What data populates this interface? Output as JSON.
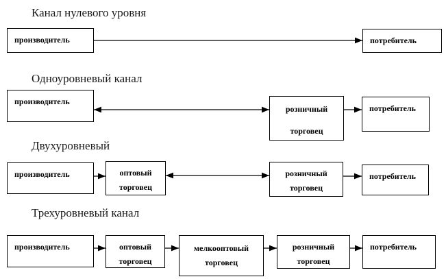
{
  "diagram": {
    "channels": [
      {
        "title": "Канал нулевого уровня",
        "nodes": [
          "производитель",
          "потребитель"
        ]
      },
      {
        "title": "Одноуровневый канал",
        "nodes": [
          "производитель",
          "розничный торговец",
          "потребитель"
        ]
      },
      {
        "title": "Двухуровневый",
        "nodes": [
          "производитель",
          "оптовый торговец",
          "розничный торговец",
          "потребитель"
        ]
      },
      {
        "title": "Трехуровневый канал",
        "nodes": [
          "производитель",
          "оптовый торговец",
          "мелкооптовый торговец",
          "розничный торговец",
          "потребитель"
        ]
      }
    ],
    "colors": {
      "line": "#000000",
      "background": "#ffffff",
      "text": "#000000"
    }
  }
}
